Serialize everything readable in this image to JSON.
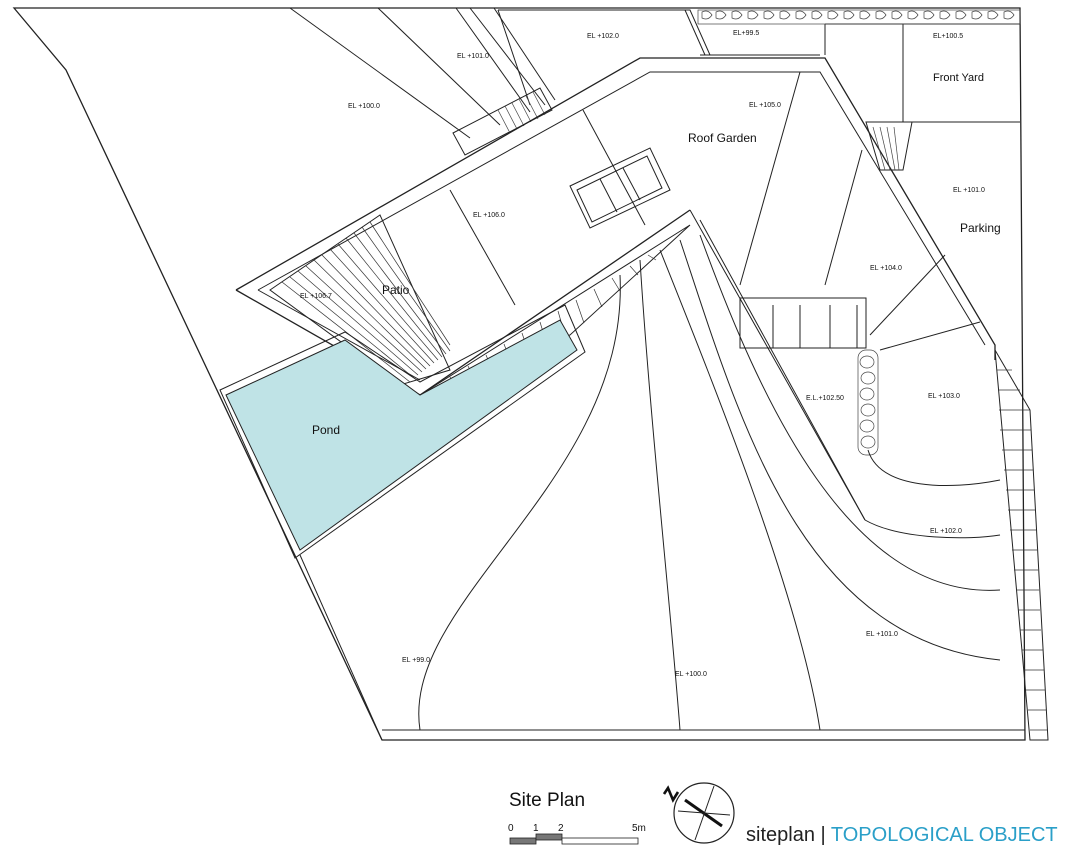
{
  "labels": {
    "roof_garden": "Roof Garden",
    "patio": "Patio",
    "pond": "Pond",
    "front_yard": "Front Yard",
    "parking": "Parking"
  },
  "elevations": {
    "el_100_0_top": "EL +100.0",
    "el_101_0_top": "EL +101.0",
    "el_102_0_top": "EL +102.0",
    "el_99_5": "EL+99.5",
    "el_100_5": "EL+100.5",
    "el_105_0_roof": "EL +105.0",
    "el_106_0": "EL +106.0",
    "el_106_7": "EL +106.7",
    "el_101_0_parking": "EL +101.0",
    "el_104_0": "EL +104.0",
    "el_102_50": "E.L.+102.50",
    "el_103_0": "EL +103.0",
    "el_102_0_right": "EL +102.0",
    "el_101_0_right": "EL +101.0",
    "el_99_0": "EL +99.0",
    "el_100_0_bottom": "EL +100.0"
  },
  "title": "Site Plan",
  "scale": {
    "t0": "0",
    "t1": "1",
    "t2": "2",
    "t5": "5m"
  },
  "footer": {
    "prefix": "siteplan | ",
    "accent": "TOPOLOGICAL OBJECT"
  },
  "colors": {
    "pond": "#bfe3e6",
    "accent": "#2a9fc8",
    "line": "#222222"
  }
}
